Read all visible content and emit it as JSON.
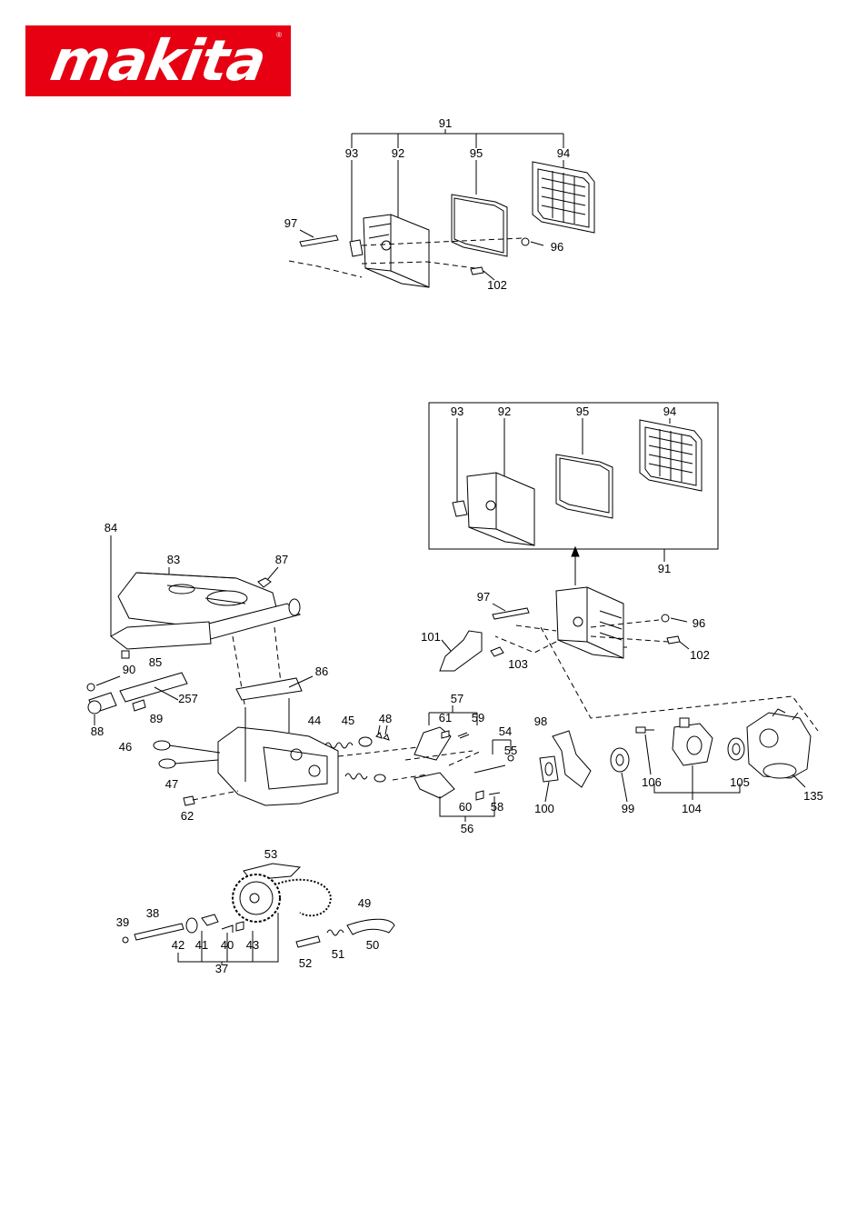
{
  "brand": {
    "logo_text": "makita",
    "registered_mark": "®",
    "color": "#e60012"
  },
  "callouts": {
    "c91": "91",
    "c92": "92",
    "c93": "93",
    "c94": "94",
    "c95": "95",
    "c96": "96",
    "c97": "97",
    "c98": "98",
    "c99": "99",
    "c100": "100",
    "c101": "101",
    "c102": "102",
    "c103": "103",
    "c104": "104",
    "c105": "105",
    "c106": "106",
    "c135": "135",
    "c84": "84",
    "c83": "83",
    "c87": "87",
    "c85": "85",
    "c90": "90",
    "c86": "86",
    "c88": "88",
    "c89": "89",
    "c257": "257",
    "c44": "44",
    "c45": "45",
    "c48": "48",
    "c46": "46",
    "c47": "47",
    "c62": "62",
    "c57": "57",
    "c61": "61",
    "c59": "59",
    "c54": "54",
    "c55": "55",
    "c60": "60",
    "c58": "58",
    "c56": "56",
    "c53": "53",
    "c49": "49",
    "c38": "38",
    "c39": "39",
    "c42": "42",
    "c41": "41",
    "c40": "40",
    "c43": "43",
    "c37": "37",
    "c52": "52",
    "c51": "51",
    "c50": "50"
  }
}
